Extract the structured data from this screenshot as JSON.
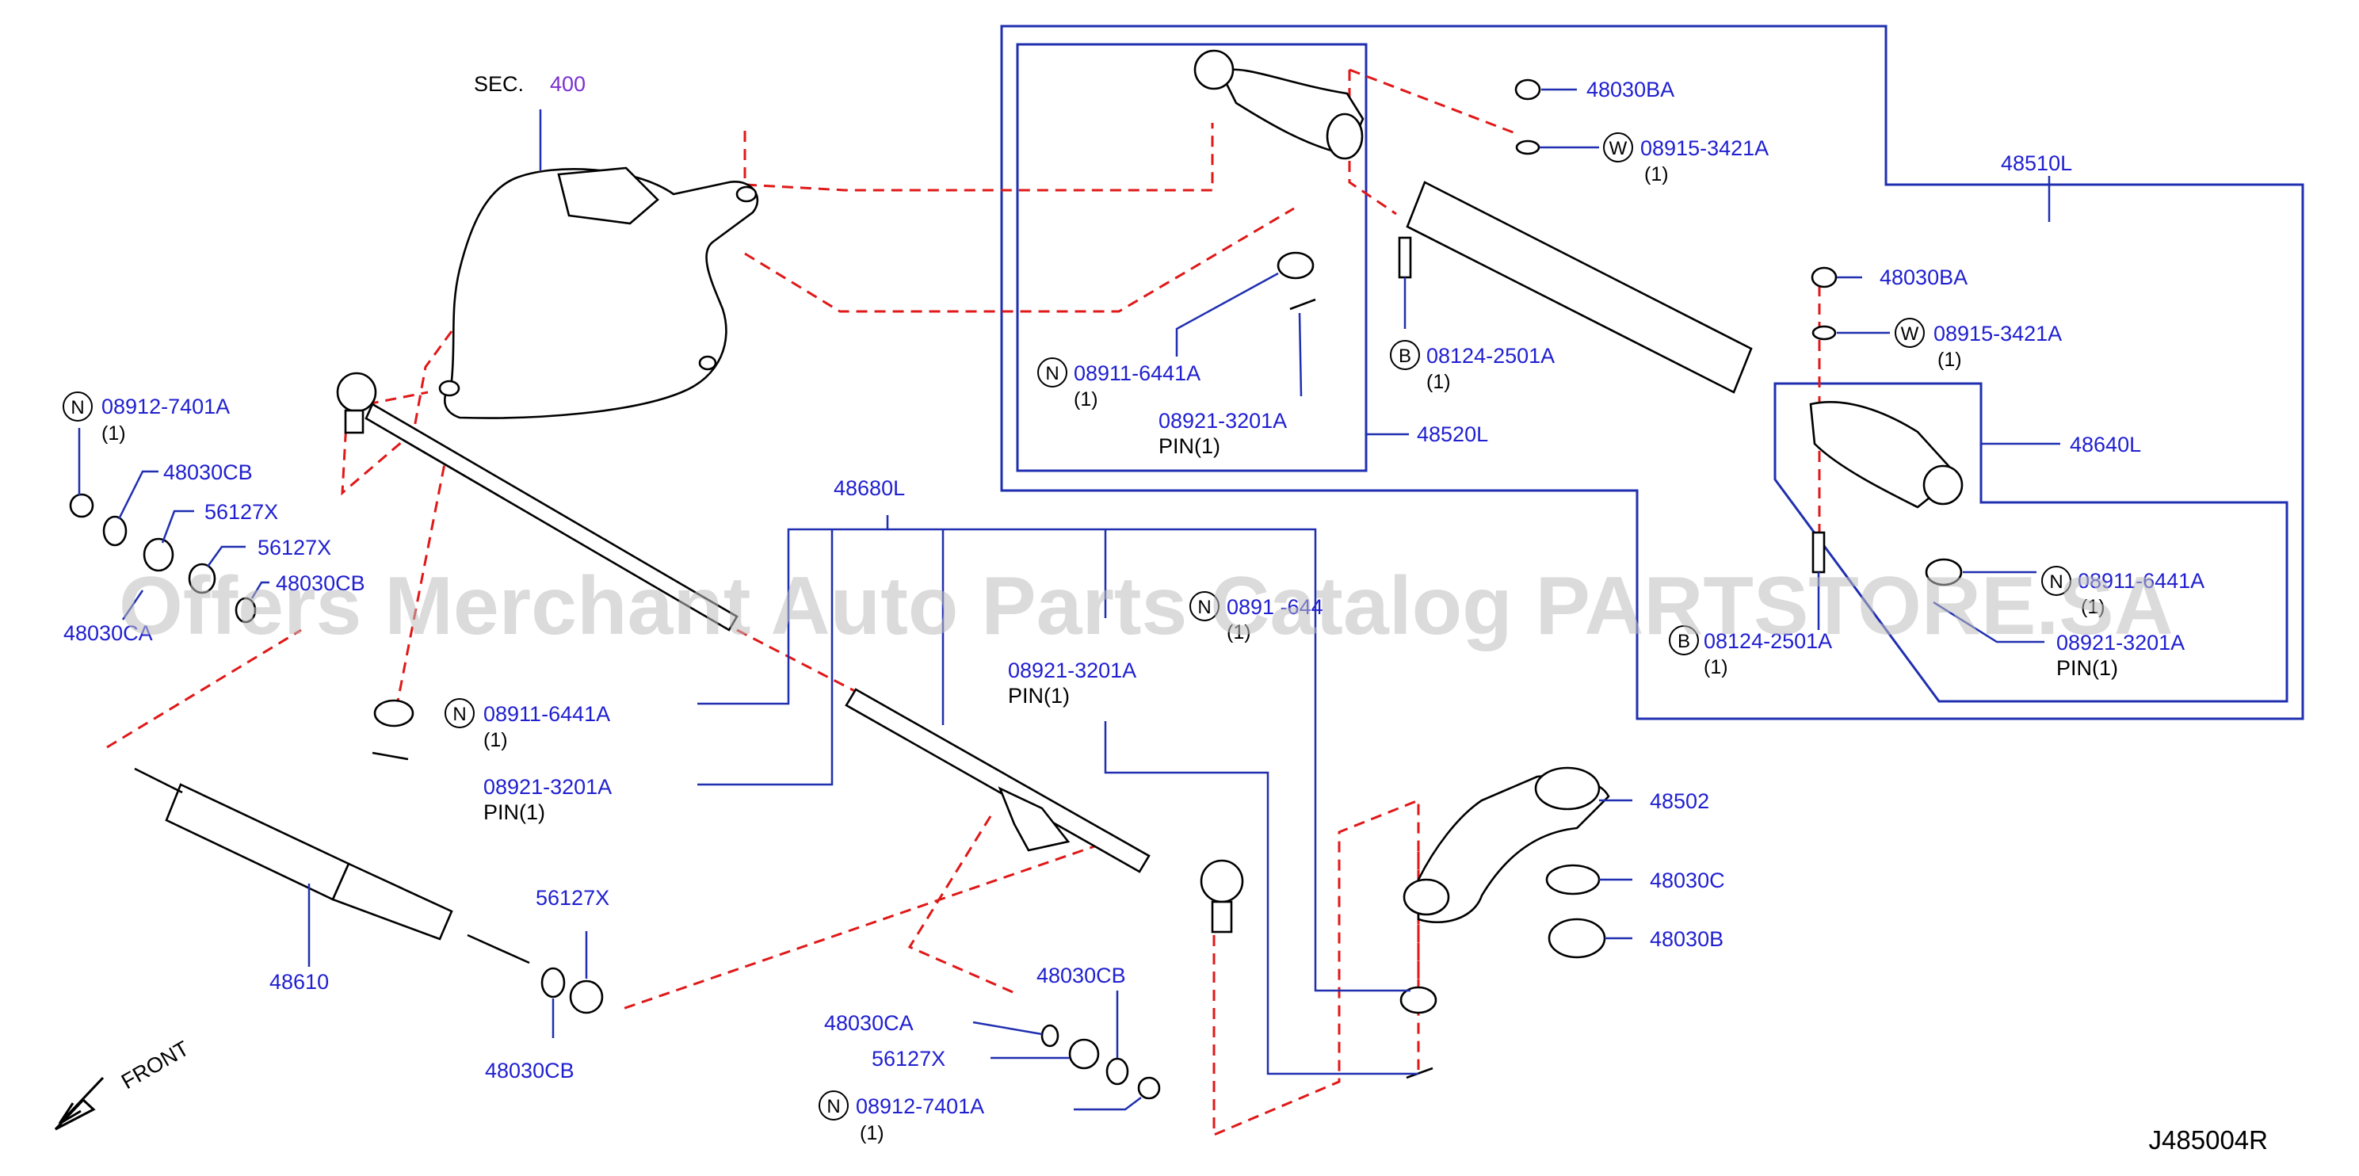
{
  "diagram_id": "J485004R",
  "watermark": "Offers Merchant Auto Parts Catalog PARTSTORE.SA",
  "front_label": "FRONT",
  "sec": {
    "prefix": "SEC.",
    "number": "400"
  },
  "labels": {
    "l48510L": "48510L",
    "l48520L": "48520L",
    "l48640L": "48640L",
    "l48680L": "48680L",
    "l48502": "48502",
    "l48030C": "48030C",
    "l48030B": "48030B",
    "l48610": "48610",
    "l48030BA_1": "48030BA",
    "l48030BA_2": "48030BA",
    "l08915_1": "08915-3421A",
    "l08915_1q": "(1)",
    "l08915_2": "08915-3421A",
    "l08915_2q": "(1)",
    "l08124_1": "08124-2501A",
    "l08124_1q": "(1)",
    "l08124_2": "08124-2501A",
    "l08124_2q": "(1)",
    "l08911_a": "08911-6441A",
    "l08911_aq": "(1)",
    "l08921_a": "08921-3201A",
    "l08921_ap": "PIN(1)",
    "l08911_b": "08911-6441A",
    "l08911_bq": "(1)",
    "l08921_b": "08921-3201A",
    "l08921_bp": "PIN(1)",
    "l08911_c": "08911-6441A",
    "l08911_cq": "(1)",
    "l08921_c": "08921-3201A",
    "l08921_cp": "PIN(1)",
    "l08911_d": "0891 -644",
    "l08911_dq": "(1)",
    "l08921_d": "08921-3201A",
    "l08921_dp": "PIN(1)",
    "l08912_1": "08912-7401A",
    "l08912_1q": "(1)",
    "l08912_2": "08912-7401A",
    "l08912_2q": "(1)",
    "l48030CB_1": "48030CB",
    "l48030CB_2": "48030CB",
    "l48030CB_3": "48030CB",
    "l48030CB_4": "48030CB",
    "l48030CA_1": "48030CA",
    "l48030CA_2": "48030CA",
    "l56127X_1": "56127X",
    "l56127X_2": "56127X",
    "l56127X_3": "56127X",
    "l56127X_4": "56127X"
  },
  "badges": {
    "N": "N",
    "W": "W",
    "B": "B"
  },
  "colors": {
    "label": "#1f1fd0",
    "leader": "#1f2fb0",
    "dashed": "#e01818",
    "sec_number": "#7b2fd0"
  }
}
